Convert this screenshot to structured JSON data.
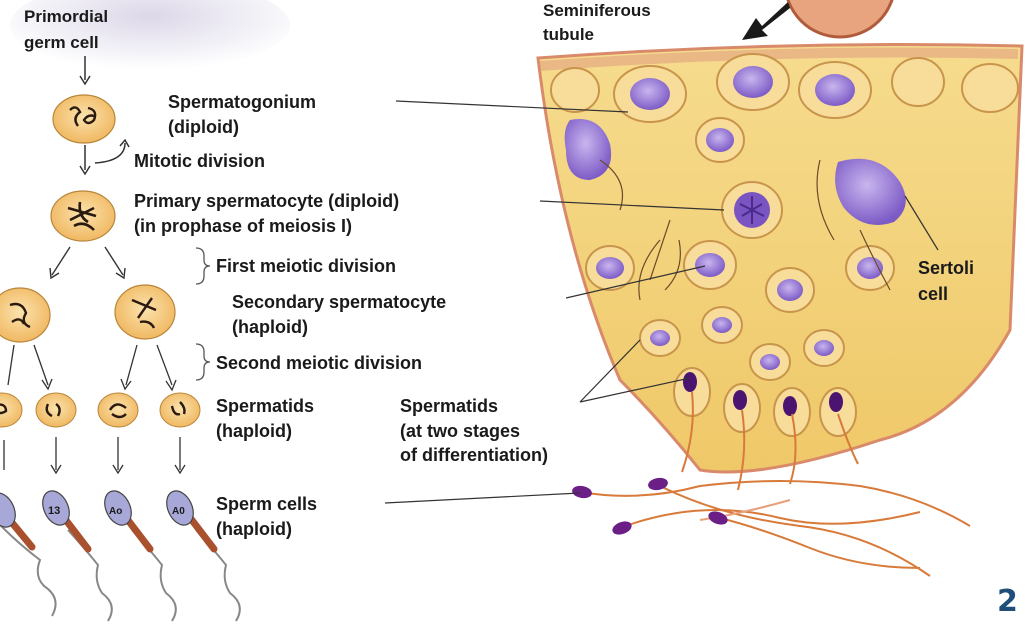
{
  "labels": {
    "primordial_germ_cell": [
      "Primordial",
      "germ cell"
    ],
    "seminiferous_tubule": [
      "Seminiferous",
      "tubule"
    ],
    "spermatogonium": [
      "Spermatogonium",
      "(diploid)"
    ],
    "mitotic_division": "Mitotic division",
    "primary_spermatocyte": [
      "Primary spermatocyte (diploid)",
      "(in prophase of meiosis I)"
    ],
    "first_meiotic_division": "First meiotic division",
    "secondary_spermatocyte": [
      "Secondary spermatocyte",
      "(haploid)"
    ],
    "second_meiotic_division": "Second meiotic division",
    "spermatids": [
      "Spermatids",
      "(haploid)"
    ],
    "spermatids_tubule": [
      "Spermatids",
      "(at two stages",
      "of differentiation)"
    ],
    "sertoli_cell": [
      "Sertoli",
      "cell"
    ],
    "sperm_cells": [
      "Sperm cells",
      "(haploid)"
    ]
  },
  "page_number": "2",
  "colors": {
    "cell_fill": "#f3c479",
    "cell_outline": "#c8913e",
    "tissue_fill": "#f3d27c",
    "tissue_edge": "#d98a6a",
    "nucleus": "#8a6ad0",
    "sperm_head": "#5a1a7a",
    "sperm_tail": "#d87a3a",
    "page_number": "#1f4e79"
  }
}
